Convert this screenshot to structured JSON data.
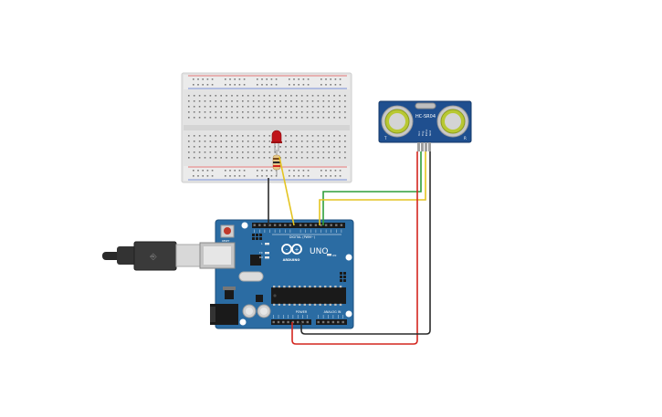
{
  "canvas": {
    "background": "#ffffff"
  },
  "arduino": {
    "brand_label": "ARDUINO",
    "model_label": "UNO",
    "digital_label": "DIGITAL (PWM~)",
    "power_label": "POWER",
    "analog_label": "ANALOG IN",
    "on_label": "ON",
    "reset_label": "RESET",
    "pin13_label": "L",
    "tx_label": "TX",
    "rx_label": "RX",
    "board_color": "#2b6ca3"
  },
  "sensor": {
    "model_label": "HC-SR04",
    "left_label": "T",
    "right_label": "R",
    "pin_labels": [
      "Vcc",
      "Trig",
      "Echo",
      "Gnd"
    ],
    "board_color": "#1f4f8f"
  },
  "breadboard": {
    "color": "#e3e3e3"
  },
  "led": {
    "color": "#c0141a"
  },
  "wires": {
    "red": "#d4261f",
    "black": "#2a2a2a",
    "green": "#2e9e3a",
    "yellow": "#e4c420"
  }
}
